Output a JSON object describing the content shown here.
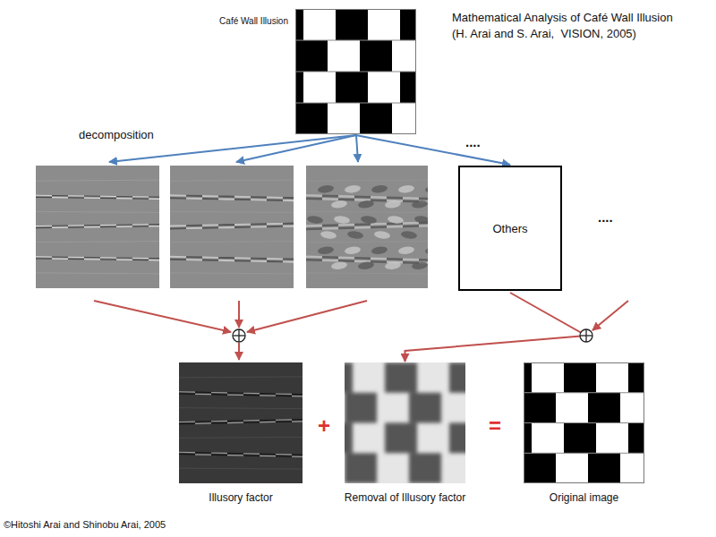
{
  "diagram": {
    "title": "Mathematical Analysis of Café Wall Illusion",
    "nodes": [
      {
        "text": [
          "Café Wall Illusion"
        ]
      },
      {
        "text": [
          "Others"
        ]
      },
      {
        "text": [
          "Illusory factor"
        ]
      },
      {
        "text": [
          "Removal of Illusory factor"
        ]
      },
      {
        "text": [
          "Original image"
        ]
      }
    ],
    "edges": [
      {
        "from": 0,
        "to": 1,
        "arrow": "to"
      },
      {
        "from": 1,
        "to": 3,
        "arrow": "to"
      }
    ],
    "labels": [
      "(H. Arai and S. Arai,  VISION, 2005)",
      "decomposition",
      "....",
      "....",
      "+",
      "=",
      "©Hitoshi Arai and Shinobu Arai, 2005"
    ]
  }
}
